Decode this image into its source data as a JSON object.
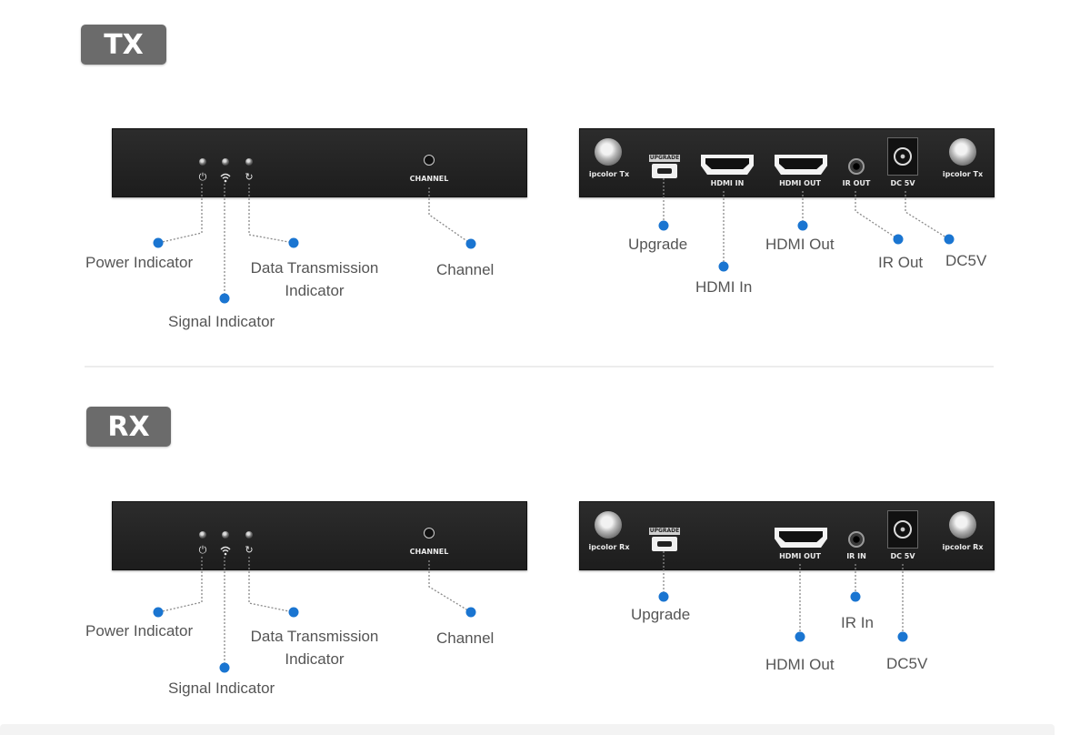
{
  "tx": {
    "badge": "TX",
    "front": {
      "channel": "CHANNEL",
      "labels": {
        "power": "Power Indicator",
        "signal": "Signal Indicator",
        "data_line1": "Data Transmission",
        "data_line2": "Indicator",
        "channel": "Channel"
      }
    },
    "rear": {
      "antenna_left": "ipcolor Tx",
      "antenna_right": "ipcolor Tx",
      "upgrade_port": "UPGRADE",
      "hdmi_in_port": "HDMI IN",
      "hdmi_out_port": "HDMI OUT",
      "ir_port": "IR OUT",
      "dc_port": "DC 5V",
      "labels": {
        "upgrade": "Upgrade",
        "hdmi_in": "HDMI In",
        "hdmi_out": "HDMI Out",
        "ir": "IR Out",
        "dc": "DC5V"
      }
    }
  },
  "rx": {
    "badge": "RX",
    "front": {
      "channel": "CHANNEL",
      "labels": {
        "power": "Power Indicator",
        "signal": "Signal Indicator",
        "data_line1": "Data Transmission",
        "data_line2": "Indicator",
        "channel": "Channel"
      }
    },
    "rear": {
      "antenna_left": "ipcolor Rx",
      "antenna_right": "ipcolor Rx",
      "upgrade_port": "UPGRADE",
      "hdmi_out_port": "HDMI OUT",
      "ir_port": "IR IN",
      "dc_port": "DC 5V",
      "labels": {
        "upgrade": "Upgrade",
        "hdmi_out": "HDMI Out",
        "ir": "IR In",
        "dc": "DC5V"
      }
    }
  },
  "colors": {
    "badge_bg": "#6b6b6b",
    "callout_dot": "#1a75d1",
    "label_text": "#555555",
    "panel": "#262626"
  },
  "icons": {
    "power": "power-icon",
    "signal": "wifi-signal-icon",
    "data": "circle-arrow-icon"
  }
}
